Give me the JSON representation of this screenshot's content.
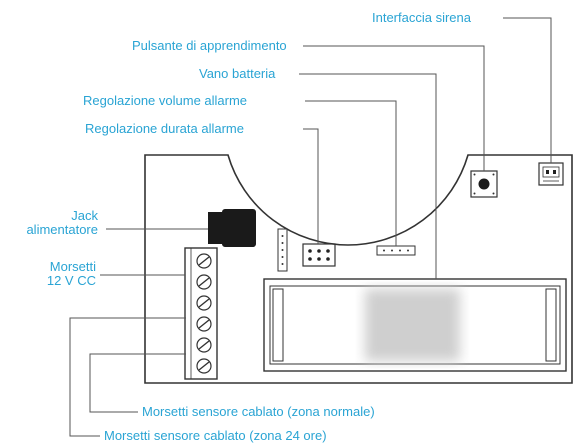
{
  "labels": {
    "siren": "Interfaccia sirena",
    "learn_button": "Pulsante di apprendimento",
    "battery": "Vano batteria",
    "volume": "Regolazione volume allarme",
    "duration": "Regolazione durata allarme",
    "jack_line1": "Jack",
    "jack_line2": "alimentatore",
    "terminals_line1": "Morsetti",
    "terminals_line2": "12 V CC",
    "wired_normal": "Morsetti sensore cablato (zona normale)",
    "wired_24h": "Morsetti sensore cablato (zona 24 ore)"
  },
  "colors": {
    "label": "#2aa4d4",
    "board_outline": "#333333",
    "leader_line": "#555555",
    "jack": "#1a1a1a",
    "battery_blur": "#cfcfcf"
  }
}
